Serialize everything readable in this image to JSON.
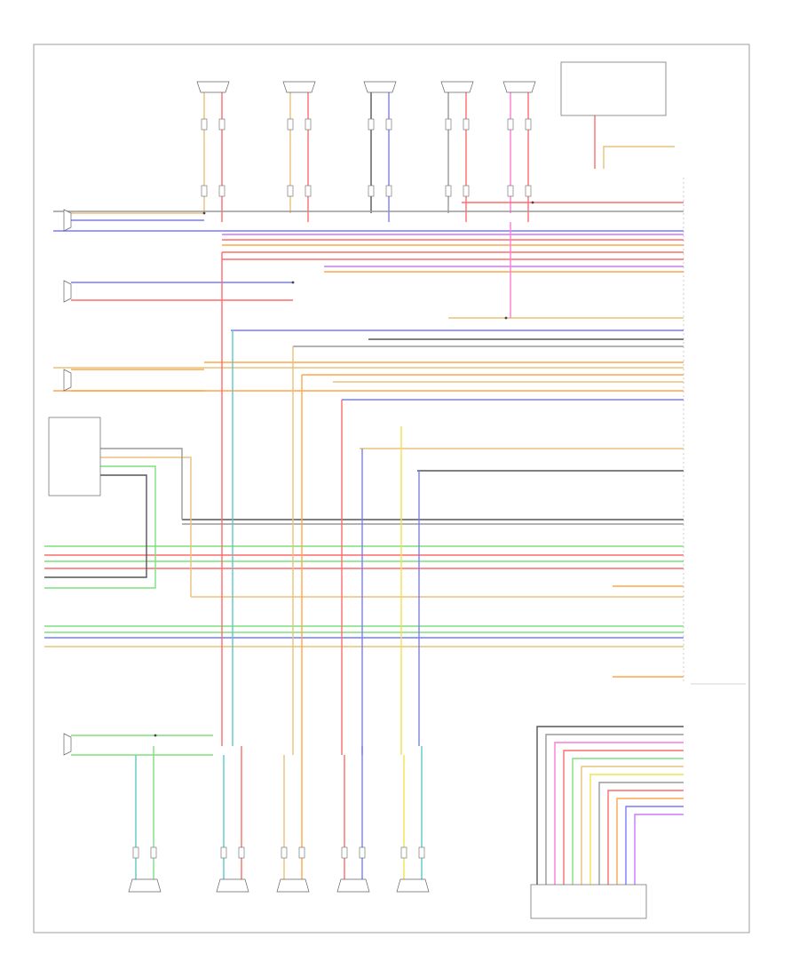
{
  "footer": {
    "code": ""
  },
  "speakers_top": [
    {
      "id": "spk-top-1",
      "label": ""
    },
    {
      "id": "spk-top-2",
      "label": ""
    },
    {
      "id": "spk-top-3",
      "label": ""
    },
    {
      "id": "spk-top-4",
      "label": ""
    },
    {
      "id": "spk-top-5",
      "label": ""
    }
  ],
  "speakers_bottom": [
    {
      "id": "spk-bot-1",
      "label": ""
    },
    {
      "id": "spk-bot-2",
      "label": ""
    },
    {
      "id": "spk-bot-3",
      "label": ""
    },
    {
      "id": "spk-bot-4",
      "label": ""
    },
    {
      "id": "spk-bot-5",
      "label": ""
    }
  ],
  "modules": {
    "fuse_block": {
      "label": ""
    },
    "amplifier": {
      "label": ""
    },
    "control_unit": {
      "label": ""
    },
    "power_unit": {
      "label": ""
    }
  },
  "wire_colors": {
    "red": "#ff6b6b",
    "orange": "#ffa64d",
    "yellow": "#f2e24a",
    "green": "#7ee07e",
    "blue": "#7a7aff",
    "violet": "#c87aff",
    "pink": "#ff7ad6",
    "gray": "#9a9a9a",
    "tan": "#e8c27a",
    "teal": "#5cc8c8",
    "dark": "#555555"
  }
}
